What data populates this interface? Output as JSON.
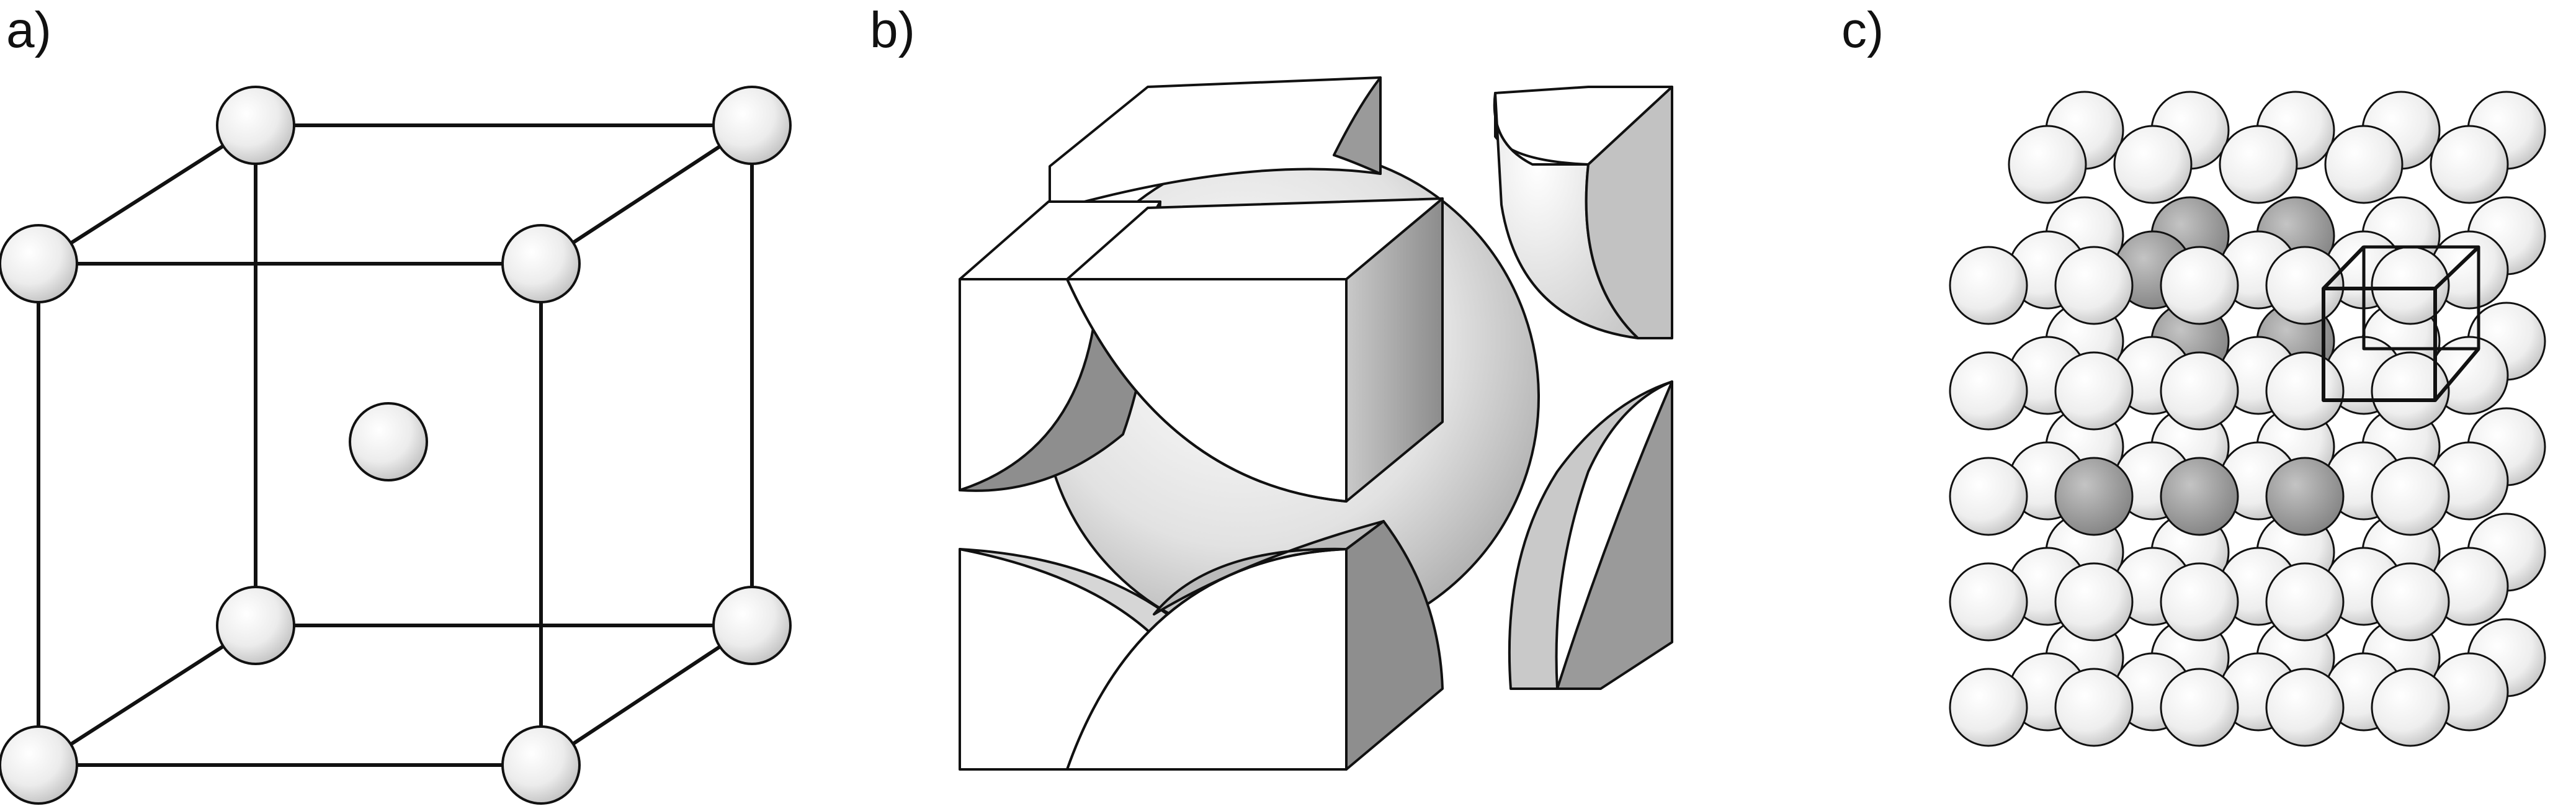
{
  "panels": [
    {
      "label": "a)",
      "description_key": "bcc-ball-and-stick"
    },
    {
      "label": "b)",
      "description_key": "bcc-hard-sphere-unit-cell"
    },
    {
      "label": "c)",
      "description_key": "bcc-crystal-aggregate"
    }
  ],
  "colors": {
    "outline": "#111111",
    "atom_light": "#f4f4f4",
    "atom_shade": "#bdbdbd",
    "atom_dark": "#8a8a8a",
    "face_white": "#ffffff",
    "face_grey": "#9a9a9a"
  }
}
